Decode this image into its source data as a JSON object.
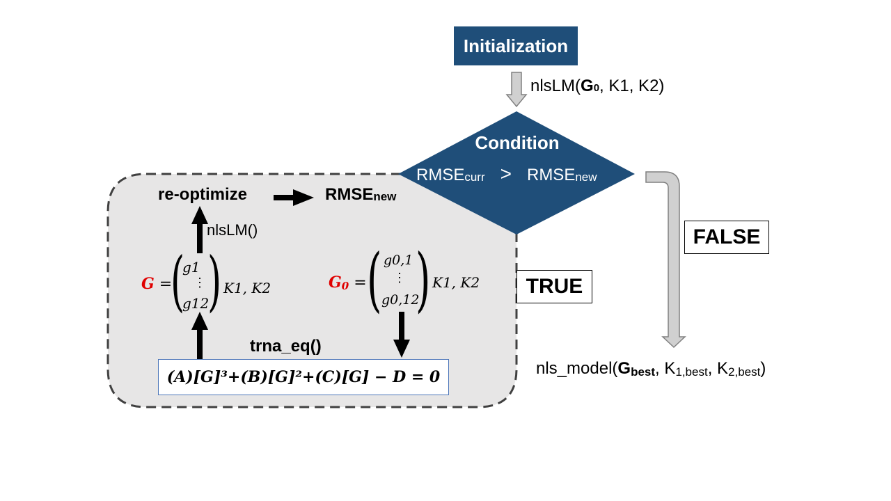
{
  "initialization": {
    "label": "Initialization"
  },
  "first_call": {
    "fn": "nlsLM(",
    "g0": "G0",
    "rest": ", K1, K2)"
  },
  "condition": {
    "title": "Condition",
    "lhs": "RMSE",
    "lhs_sub": "curr",
    "op": ">",
    "rhs": "RMSE",
    "rhs_sub": "new"
  },
  "loop": {
    "reoptimize": "re-optimize",
    "rmse_new": "RMSE",
    "rmse_new_sub": "new",
    "nlslm_call": "nlsLM()",
    "trna_eq": "trna_eq()",
    "g_vector": {
      "name": "G",
      "top": "g1",
      "dots": "⋮",
      "bottom": "g12",
      "params": "K1, K2"
    },
    "g0_vector": {
      "name": "G0",
      "top": "g0,1",
      "dots": "⋮",
      "bottom": "g0,12",
      "params": "K1, K2"
    },
    "equation": "(A)[G]³+(B)[G]²+(C)[G] − D = 0"
  },
  "labels": {
    "true": "TRUE",
    "false": "FALSE"
  },
  "final_call": {
    "fn": "nls_model(",
    "g": "G",
    "g_sub": "best",
    "k1": ", K",
    "k1_sub": "1,best",
    "k2": ", K",
    "k2_sub": "2,best",
    "close": ")"
  },
  "colors": {
    "navy": "#1f4e79",
    "loop_fill": "#e7e6e6",
    "highlight": "#e00000",
    "equation_border": "#4a74b8"
  }
}
